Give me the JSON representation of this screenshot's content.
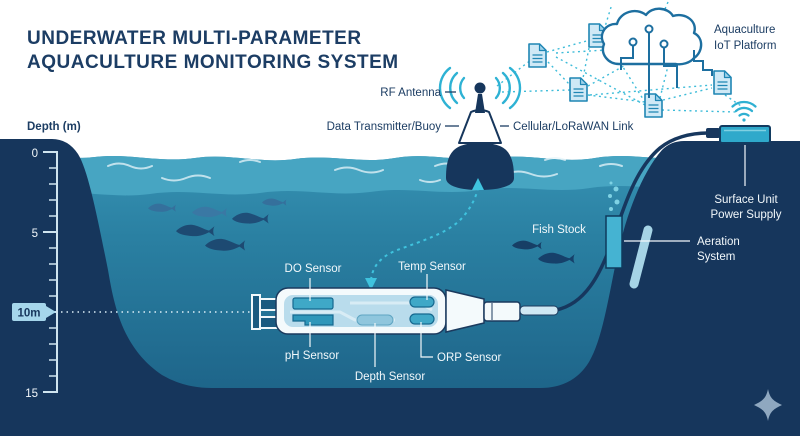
{
  "title": {
    "line1": "UNDERWATER MULTI-PARAMETER",
    "line2": "AQUACULTURE MONITORING SYSTEM"
  },
  "depth_scale": {
    "label": "Depth (m)",
    "tick0": "0",
    "tick5": "5",
    "tick15": "15",
    "badge": "10m"
  },
  "buoy": {
    "rf_antenna": "RF Antenna",
    "data_transmitter": "Data Transmitter/Buoy",
    "cellular_link": "Cellular/LoRaWAN Link"
  },
  "iot": {
    "line1": "Aquaculture",
    "line2": "IoT Platform"
  },
  "sensors": {
    "do": "DO Sensor",
    "temp": "Temp Sensor",
    "ph": "pH Sensor",
    "depth": "Depth Sensor",
    "orp": "ORP Sensor"
  },
  "environment": {
    "fish_stock": "Fish Stock"
  },
  "aeration": {
    "line1": "Aeration",
    "line2": "System"
  },
  "surface_unit": {
    "line1": "Surface Unit",
    "line2": "Power Supply"
  },
  "colors": {
    "navy": "#16365c",
    "title_navy": "#1c3d63",
    "water_light": "#47a5c2",
    "water_mid": "#2e86a8",
    "water_deep": "#1d6388",
    "accent_cyan": "#2fb0d2",
    "doc_fill": "#cfe9f6",
    "doc_stroke": "#1f86b4",
    "badge_fill": "#a5d6eb",
    "star_gray": "#8fa8c0"
  },
  "icons": [
    "cloud-icon",
    "document-icon",
    "wifi-icon",
    "rf-signal-icon",
    "buoy-icon",
    "fish-icon",
    "bubbles-icon",
    "sparkle-logo-icon",
    "antenna-icon",
    "sensor-probe-icon"
  ]
}
